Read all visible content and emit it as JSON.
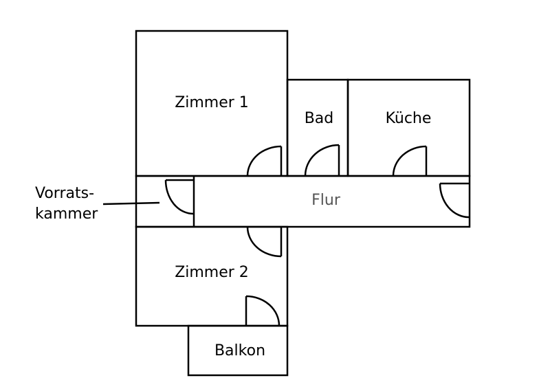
{
  "plan": {
    "rooms": {
      "zimmer1": "Zimmer 1",
      "bad": "Bad",
      "kueche": "Küche",
      "flur": "Flur",
      "zimmer2": "Zimmer 2",
      "balkon": "Balkon",
      "vorrats_line1": "Vorrats-",
      "vorrats_line2": "kammer"
    }
  }
}
